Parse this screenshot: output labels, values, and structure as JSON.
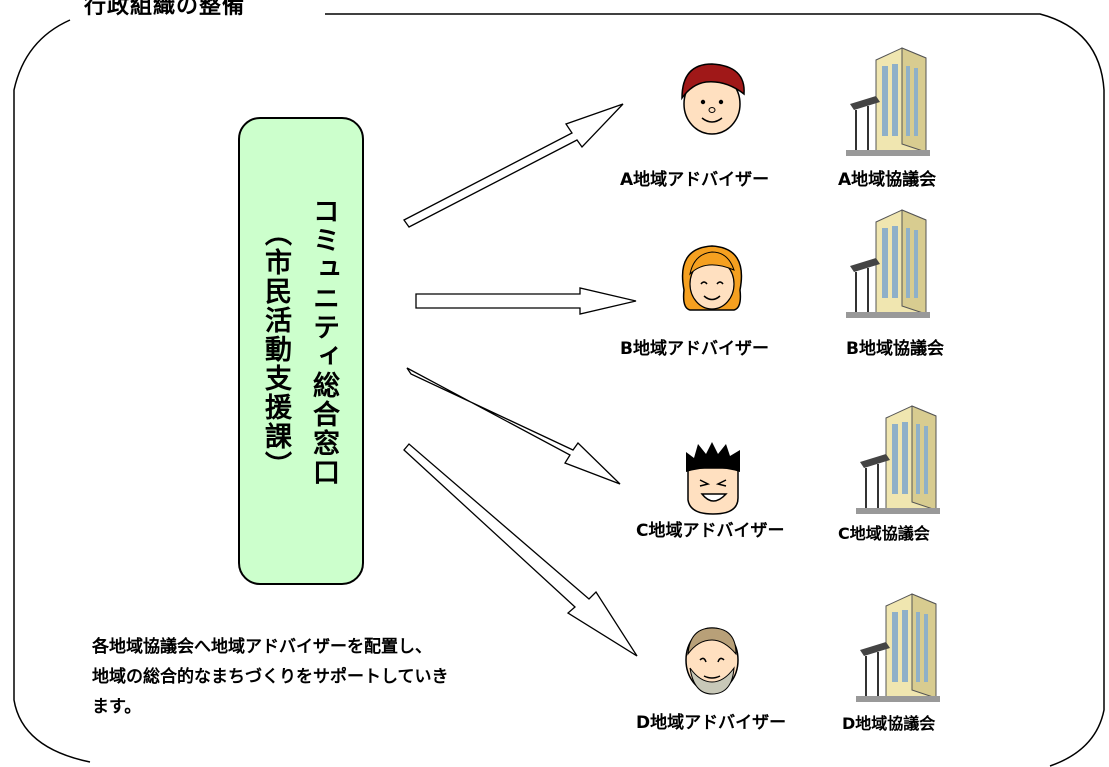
{
  "title": "行政組織の整備",
  "center": {
    "line1": "コミュニティ総合窓口",
    "line2": "（市民活動支援課）",
    "fill_color": "#ccffcc"
  },
  "regions": [
    {
      "advisor": "A地域アドバイザー",
      "council": "A地域協議会",
      "icon": "man-red-hair-icon"
    },
    {
      "advisor": "B地域アドバイザー",
      "council": "B地域協議会",
      "icon": "woman-orange-hair-icon"
    },
    {
      "advisor": "C地域アドバイザー",
      "council": "C地域協議会",
      "icon": "man-spiky-hair-icon"
    },
    {
      "advisor": "D地域アドバイザー",
      "council": "D地域協議会",
      "icon": "man-bald-beard-icon"
    }
  ],
  "note": {
    "line1": "各地域協議会へ地域アドバイザーを配置し、",
    "line2": "地域の総合的なまちづくりをサポートしていき",
    "line3": "ます。"
  },
  "building_icon": "building-icon"
}
